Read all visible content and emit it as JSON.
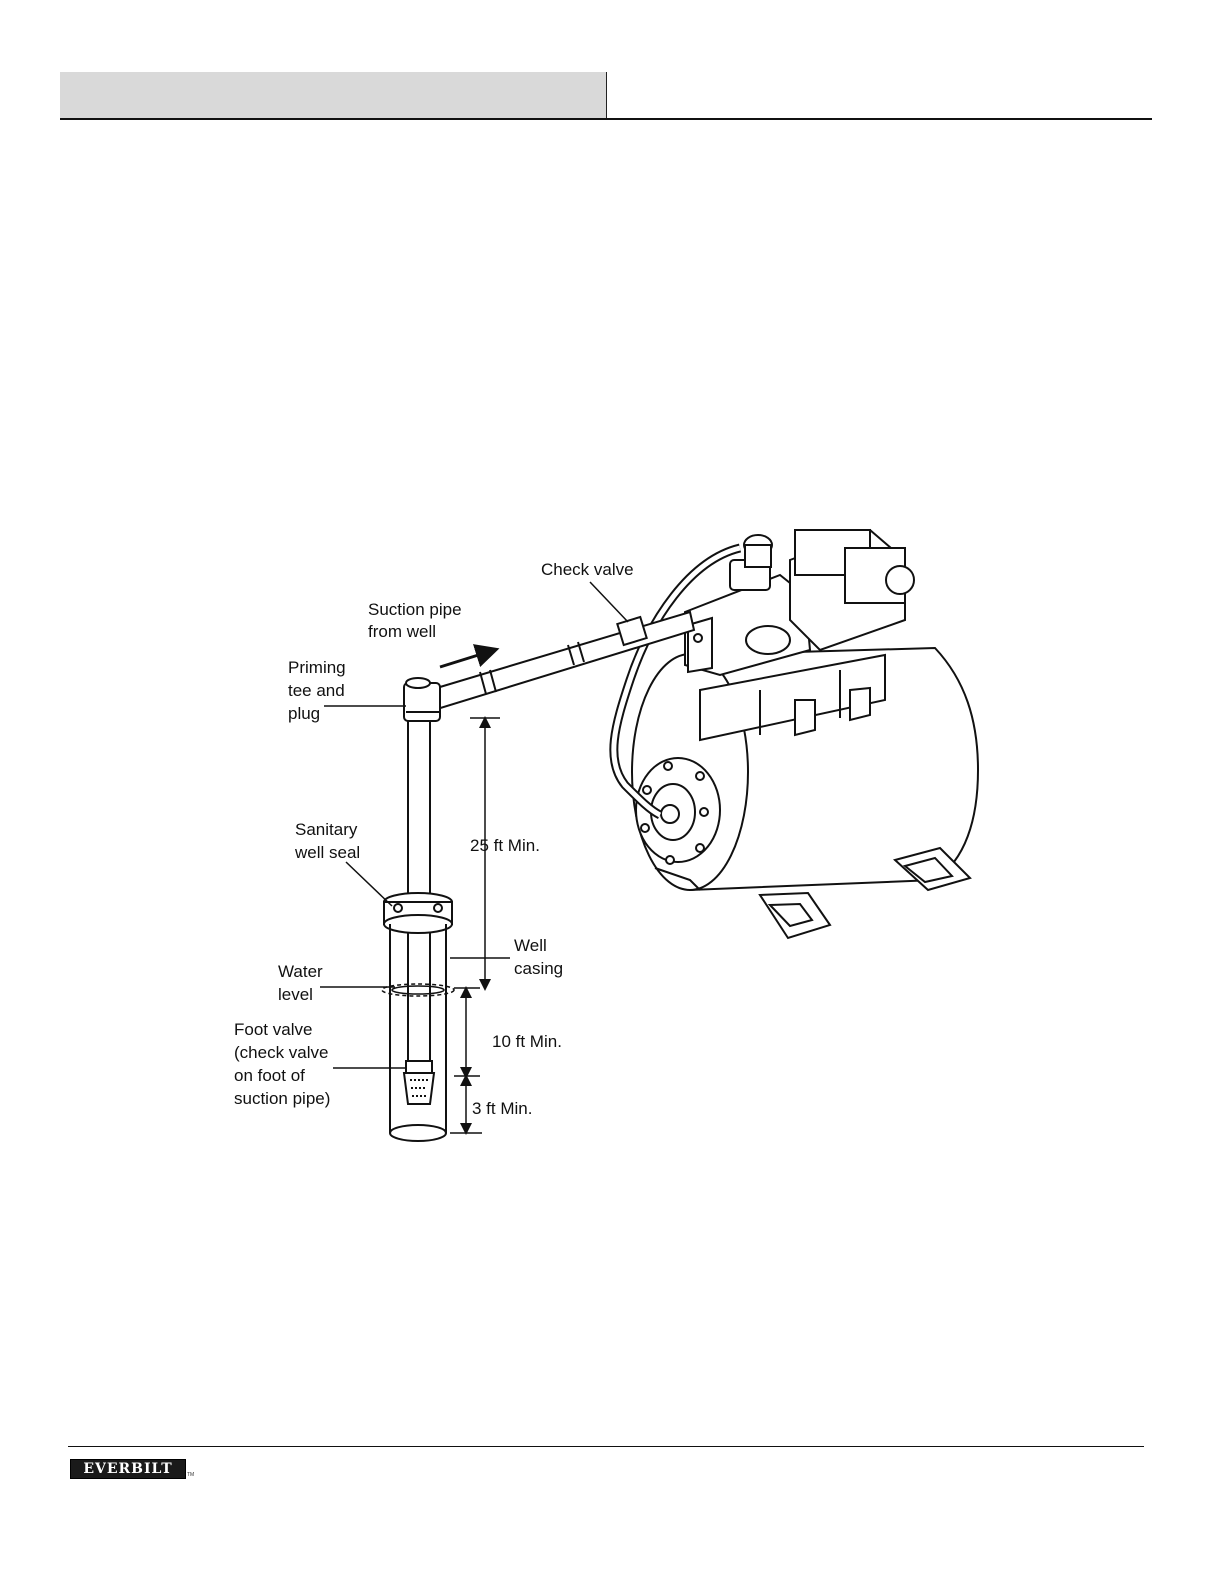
{
  "diagram": {
    "labels": {
      "check_valve": "Check valve",
      "suction_pipe_1": "Suction pipe",
      "suction_pipe_2": "from well",
      "priming_1": "Priming",
      "priming_2": "tee and",
      "priming_3": "plug",
      "sanitary_1": "Sanitary",
      "sanitary_2": "well seal",
      "water_1": "Water",
      "water_2": "level",
      "foot_1": "Foot valve",
      "foot_2": "(check valve",
      "foot_3": "on foot of",
      "foot_4": "suction pipe)",
      "well_1": "Well",
      "well_2": "casing",
      "dim_25": "25 ft Min.",
      "dim_10": "10 ft Min.",
      "dim_3": "3 ft Min."
    }
  },
  "footer": {
    "brand": "EVERBILT",
    "trademark": "TM"
  }
}
